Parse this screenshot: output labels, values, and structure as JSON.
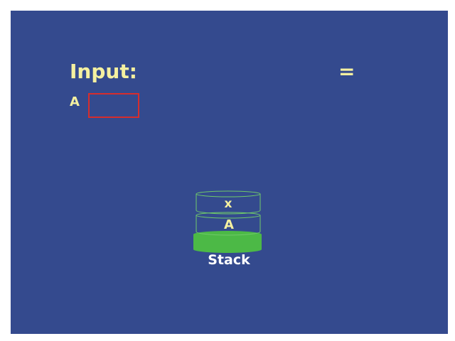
{
  "input": {
    "title": "Input:",
    "label": "A",
    "value": "",
    "result_sign": "="
  },
  "stack": {
    "label": "Stack",
    "items": [
      "x",
      "A"
    ],
    "base_color": "#4cb946",
    "outline_color": "#6fc96a"
  },
  "colors": {
    "background": "#344a8e",
    "text_accent": "#f5f0a0",
    "input_border": "#d62d2d"
  }
}
